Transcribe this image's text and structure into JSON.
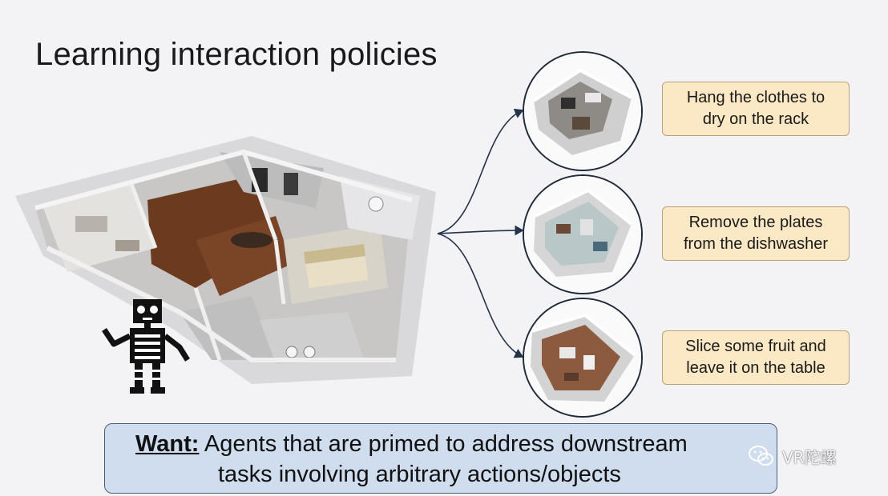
{
  "slide": {
    "title": "Learning interaction policies",
    "tasks": [
      {
        "text": "Hang the clothes to\ndry on the rack"
      },
      {
        "text": "Remove the plates\nfrom the dishwasher"
      },
      {
        "text": "Slice some fruit and\nleave it on the table"
      }
    ],
    "want": {
      "label": "Want:",
      "line1": " Agents that are primed to address downstream",
      "line2": "tasks involving arbitrary actions/objects"
    },
    "watermark": {
      "text": "VR陀螺",
      "icon": "wechat-icon"
    }
  },
  "colors": {
    "task_box": "#fbe8c4",
    "want_box": "#cfddef",
    "arrow": "#24324a"
  }
}
